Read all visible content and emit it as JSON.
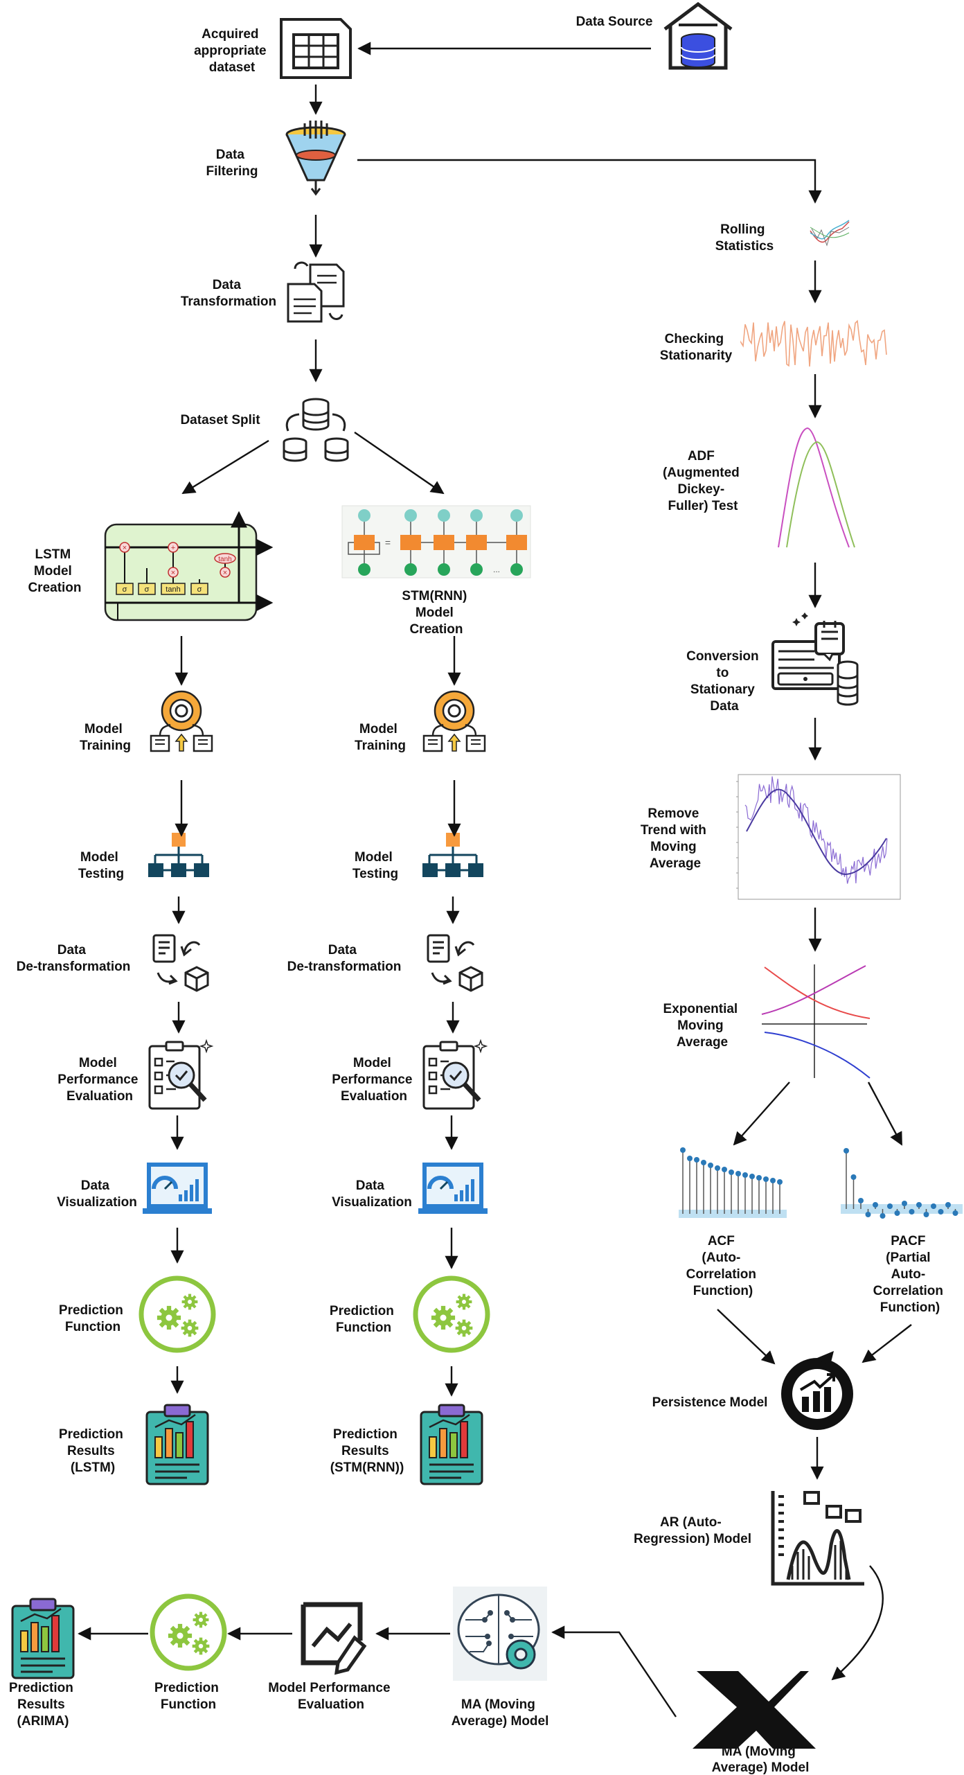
{
  "labels": {
    "data_source": "Data Source",
    "acquired": [
      "Acquired",
      "appropriate",
      "dataset"
    ],
    "filtering": [
      "Data",
      "Filtering"
    ],
    "transformation": [
      "Data",
      "Transformation"
    ],
    "split": "Dataset Split",
    "lstm_creation": [
      "LSTM",
      "Model",
      "Creation"
    ],
    "stm_creation": [
      "STM(RNN)",
      "Model",
      "Creation"
    ],
    "training": [
      "Model",
      "Training"
    ],
    "testing": [
      "Model",
      "Testing"
    ],
    "detransform": [
      "Data",
      "De-transformation"
    ],
    "perf_eval": [
      "Model",
      "Performance",
      "Evaluation"
    ],
    "visualization": [
      "Data",
      "Visualization"
    ],
    "prediction_fn": [
      "Prediction",
      "Function"
    ],
    "results_lstm": [
      "Prediction",
      "Results",
      "(LSTM)"
    ],
    "results_stm": [
      "Prediction",
      "Results",
      "(STM(RNN))"
    ],
    "rolling": [
      "Rolling",
      "Statistics"
    ],
    "stationarity": [
      "Checking",
      "Stationarity"
    ],
    "adf": [
      "ADF",
      "(Augmented",
      "Dickey-",
      "Fuller) Test"
    ],
    "conversion": [
      "Conversion",
      "to",
      "Stationary",
      "Data"
    ],
    "remove_trend": [
      "Remove",
      "Trend with",
      "Moving",
      "Average"
    ],
    "ema": [
      "Exponential",
      "Moving",
      "Average"
    ],
    "acf": [
      "ACF",
      "(Auto-",
      "Correlation",
      "Function)"
    ],
    "pacf": [
      "PACF",
      "(Partial",
      "Auto-",
      "Correlation",
      "Function)"
    ],
    "persistence": "Persistence Model",
    "ar": [
      "AR (Auto-",
      "Regression) Model"
    ],
    "ma_x": [
      "MA (Moving",
      "Average) Model"
    ],
    "ma_brain": [
      "MA (Moving",
      "Average) Model"
    ],
    "perf_eval_arima": [
      "Model Performance",
      "Evaluation"
    ],
    "prediction_fn_arima": [
      "Prediction",
      "Function"
    ],
    "results_arima": [
      "Prediction",
      "Results",
      "(ARIMA)"
    ],
    "lstm_gates": [
      "σ",
      "σ",
      "tanh",
      "σ",
      "tanh"
    ]
  },
  "colors": {
    "lstm_panel": "#dff3cf",
    "rnn_orange": "#f28a30",
    "rnn_teal": "#7fcfc7",
    "rnn_green": "#27a55a",
    "gear_green": "#8dc63f",
    "clipboard_teal": "#40b7ad",
    "db_blue": "#3b4fe0",
    "funnel_yellow": "#f5c842",
    "funnel_blue": "#9fd3ee",
    "testing_navy": "#13465e",
    "testing_orange": "#f79a3e",
    "viz_blue": "#2b7fd0",
    "chart_purple": "#8a6ad3",
    "stationarity_orange": "#f0a580",
    "adf_magenta": "#c94fc0",
    "adf_green": "#8fbf5a",
    "acf_blue": "#2a79b8"
  },
  "icons": [
    "warehouse-database-icon",
    "spreadsheet-icon",
    "funnel-icon",
    "documents-transform-icon",
    "database-split-icon",
    "lstm-cell-diagram",
    "rnn-unrolled-diagram",
    "gear-training-icon",
    "hierarchy-testing-icon",
    "detransform-icon",
    "evaluation-clipboard-icon",
    "laptop-dashboard-icon",
    "gears-circle-icon",
    "results-clipboard-icon",
    "rolling-stats-chart",
    "noise-signal-chart",
    "adf-curves-chart",
    "conversion-data-icon",
    "moving-average-chart",
    "ema-curves-chart",
    "acf-stem-chart",
    "pacf-stem-chart",
    "persistence-cycle-icon",
    "ar-chart-icon",
    "x-mark-icon",
    "brain-gear-icon",
    "chart-pen-icon"
  ]
}
